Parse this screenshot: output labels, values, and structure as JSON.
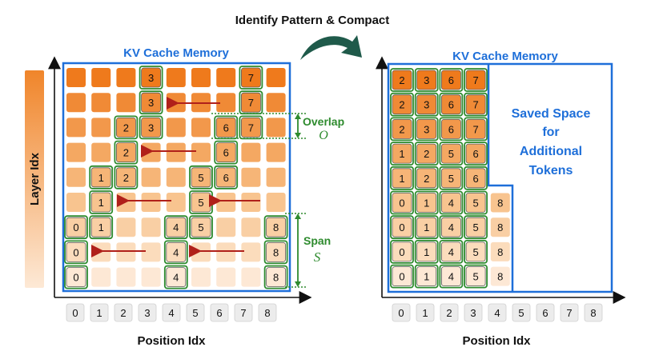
{
  "header": {
    "title": "Identify Pattern & Compact"
  },
  "left": {
    "title": "KV Cache Memory",
    "y_axis_label": "Layer Idx",
    "x_axis_label": "Position Idx",
    "position_ticks": [
      "0",
      "1",
      "2",
      "3",
      "4",
      "5",
      "6",
      "7",
      "8"
    ],
    "overlap_label": "Overlap",
    "overlap_symbol": "O",
    "span_label": "Span",
    "span_symbol": "S",
    "rows": [
      [
        null,
        null,
        null,
        "3",
        null,
        null,
        null,
        "7",
        null
      ],
      [
        null,
        null,
        null,
        "3",
        null,
        null,
        null,
        "7",
        null
      ],
      [
        null,
        null,
        "2",
        "3",
        null,
        null,
        "6",
        "7",
        null
      ],
      [
        null,
        null,
        "2",
        null,
        null,
        null,
        "6",
        null,
        null
      ],
      [
        null,
        "1",
        "2",
        null,
        null,
        "5",
        "6",
        null,
        null
      ],
      [
        null,
        "1",
        null,
        null,
        null,
        "5",
        null,
        null,
        null
      ],
      [
        "0",
        "1",
        null,
        null,
        "4",
        "5",
        null,
        null,
        "8"
      ],
      [
        "0",
        null,
        null,
        null,
        "4",
        null,
        null,
        null,
        "8"
      ],
      [
        "0",
        null,
        null,
        null,
        "4",
        null,
        null,
        null,
        "8"
      ]
    ]
  },
  "right": {
    "title": "KV Cache Memory",
    "x_axis_label": "Position Idx",
    "position_ticks": [
      "0",
      "1",
      "2",
      "3",
      "4",
      "5",
      "6",
      "7",
      "8"
    ],
    "saved_space_label": [
      "Saved Space",
      "for",
      "Additional",
      "Tokens"
    ],
    "rows": [
      [
        "2",
        "3",
        "6",
        "7"
      ],
      [
        "2",
        "3",
        "6",
        "7"
      ],
      [
        "2",
        "3",
        "6",
        "7"
      ],
      [
        "1",
        "2",
        "5",
        "6"
      ],
      [
        "1",
        "2",
        "5",
        "6"
      ],
      [
        "0",
        "1",
        "4",
        "5",
        "8"
      ],
      [
        "0",
        "1",
        "4",
        "5",
        "8"
      ],
      [
        "0",
        "1",
        "4",
        "5",
        "8"
      ],
      [
        "0",
        "1",
        "4",
        "5",
        "8"
      ]
    ]
  },
  "colors": {
    "memory_border": "#1e6fd9",
    "title_blue": "#1e6fd9",
    "highlight_green": "#2e8b2e",
    "arrow_red": "#b0201a",
    "curved_arrow": "#1f5a4a",
    "layer_gradient_top": "#f0852a",
    "layer_gradient_bottom": "#fde7d3"
  }
}
